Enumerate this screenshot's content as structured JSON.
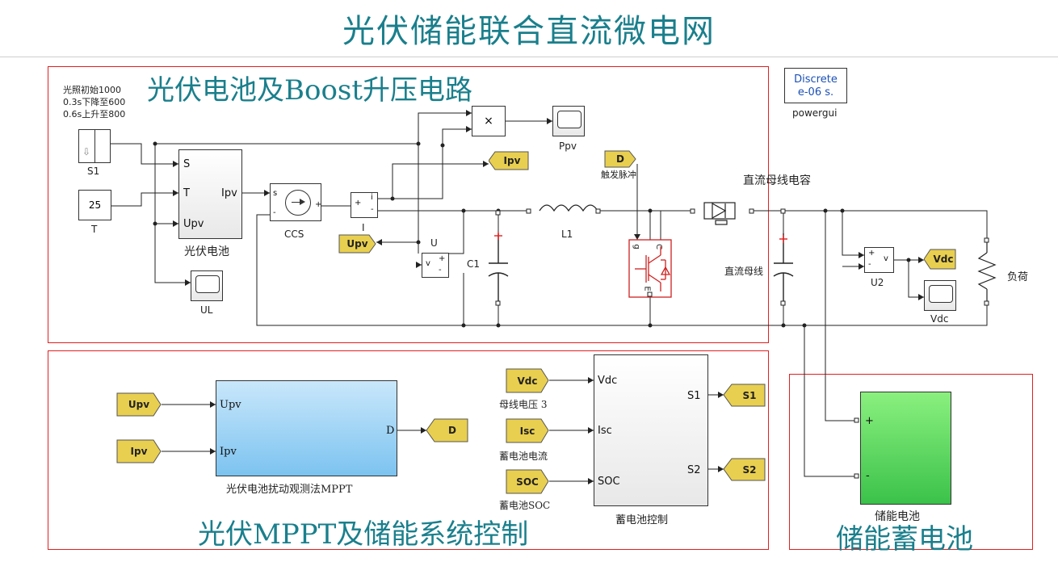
{
  "title": "光伏储能联合直流微电网",
  "regions": {
    "pv_boost": "光伏电池及Boost升压电路",
    "mppt_ctrl": "光伏MPPT及储能系统控制",
    "battery": "储能蓄电池"
  },
  "step_note": [
    "光照初始1000",
    "0.3s下降至600",
    "0.6s上升至800"
  ],
  "blocks": {
    "s1_label": "S1",
    "t_value": "25",
    "t_label": "T",
    "pv_cell": {
      "in_s": "S",
      "in_t": "T",
      "in_upv": "Upv",
      "out_ipv": "Ipv",
      "label": "光伏电池"
    },
    "ccs_label": "CCS",
    "i_label": "I",
    "u_label": "U",
    "ul_label": "UL",
    "ppv_label": "Ppv",
    "c1_label": "C1",
    "l1_label": "L1",
    "trigger_label": "触发脉冲",
    "dc_bus_cap_label": "直流母线电容",
    "dc_bus_label": "直流母线",
    "u2_label": "U2",
    "vdc_scope_label": "Vdc",
    "load_label": "负荷",
    "powergui": {
      "line1": "Discrete",
      "line2": "e-06 s.",
      "label": "powergui"
    },
    "mppt": {
      "in_upv": "Upv",
      "in_ipv": "Ipv",
      "out_d": "D",
      "label": "光伏电池扰动观测法MPPT"
    },
    "bat_ctrl": {
      "in_vdc": "Vdc",
      "in_isc": "Isc",
      "in_soc": "SOC",
      "out_s1": "S1",
      "out_s2": "S2",
      "label": "蓄电池控制"
    },
    "from_vdc_label": "母线电压 3",
    "from_isc_label": "蓄电池电流",
    "from_soc_label": "蓄电池SOC",
    "battery_label": "储能电池",
    "plus": "+",
    "minus": "-"
  },
  "tags": {
    "ipv": "Ipv",
    "d_top": "D",
    "upv": "Upv",
    "vdc": "Vdc",
    "upv_in": "Upv",
    "ipv_in": "Ipv",
    "d_out": "D",
    "vdc_in": "Vdc",
    "isc_in": "Isc",
    "soc_in": "SOC",
    "s1_out": "S1",
    "s2_out": "S2"
  },
  "colors": {
    "title": "#1a7f8c",
    "frame": "#e02020",
    "tag": "#e9cf4f",
    "mppt_block": "#7cc3f0",
    "battery_block": "#5fd36a",
    "igbt": "#d02020"
  }
}
